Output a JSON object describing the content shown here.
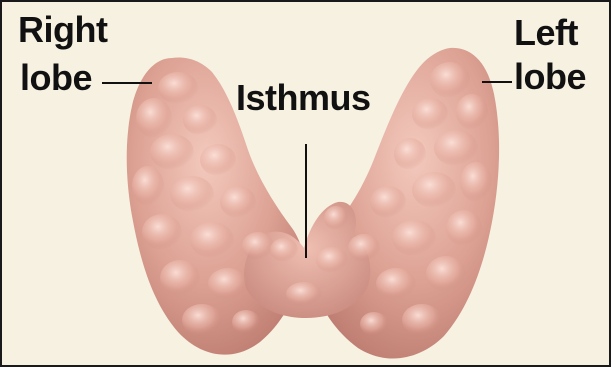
{
  "labels": {
    "right_lobe_line1": "Right",
    "right_lobe_line2": "lobe",
    "isthmus": "Isthmus",
    "left_lobe_line1": "Left",
    "left_lobe_line2": "lobe"
  },
  "colors": {
    "background": "#f6f1e1",
    "border": "#1a1a1a",
    "tissue_base": "#d99a8c",
    "tissue_light": "#f2c4b8",
    "tissue_shadow": "#b8746a",
    "leader_line": "#111111",
    "label_text": "#111111"
  }
}
